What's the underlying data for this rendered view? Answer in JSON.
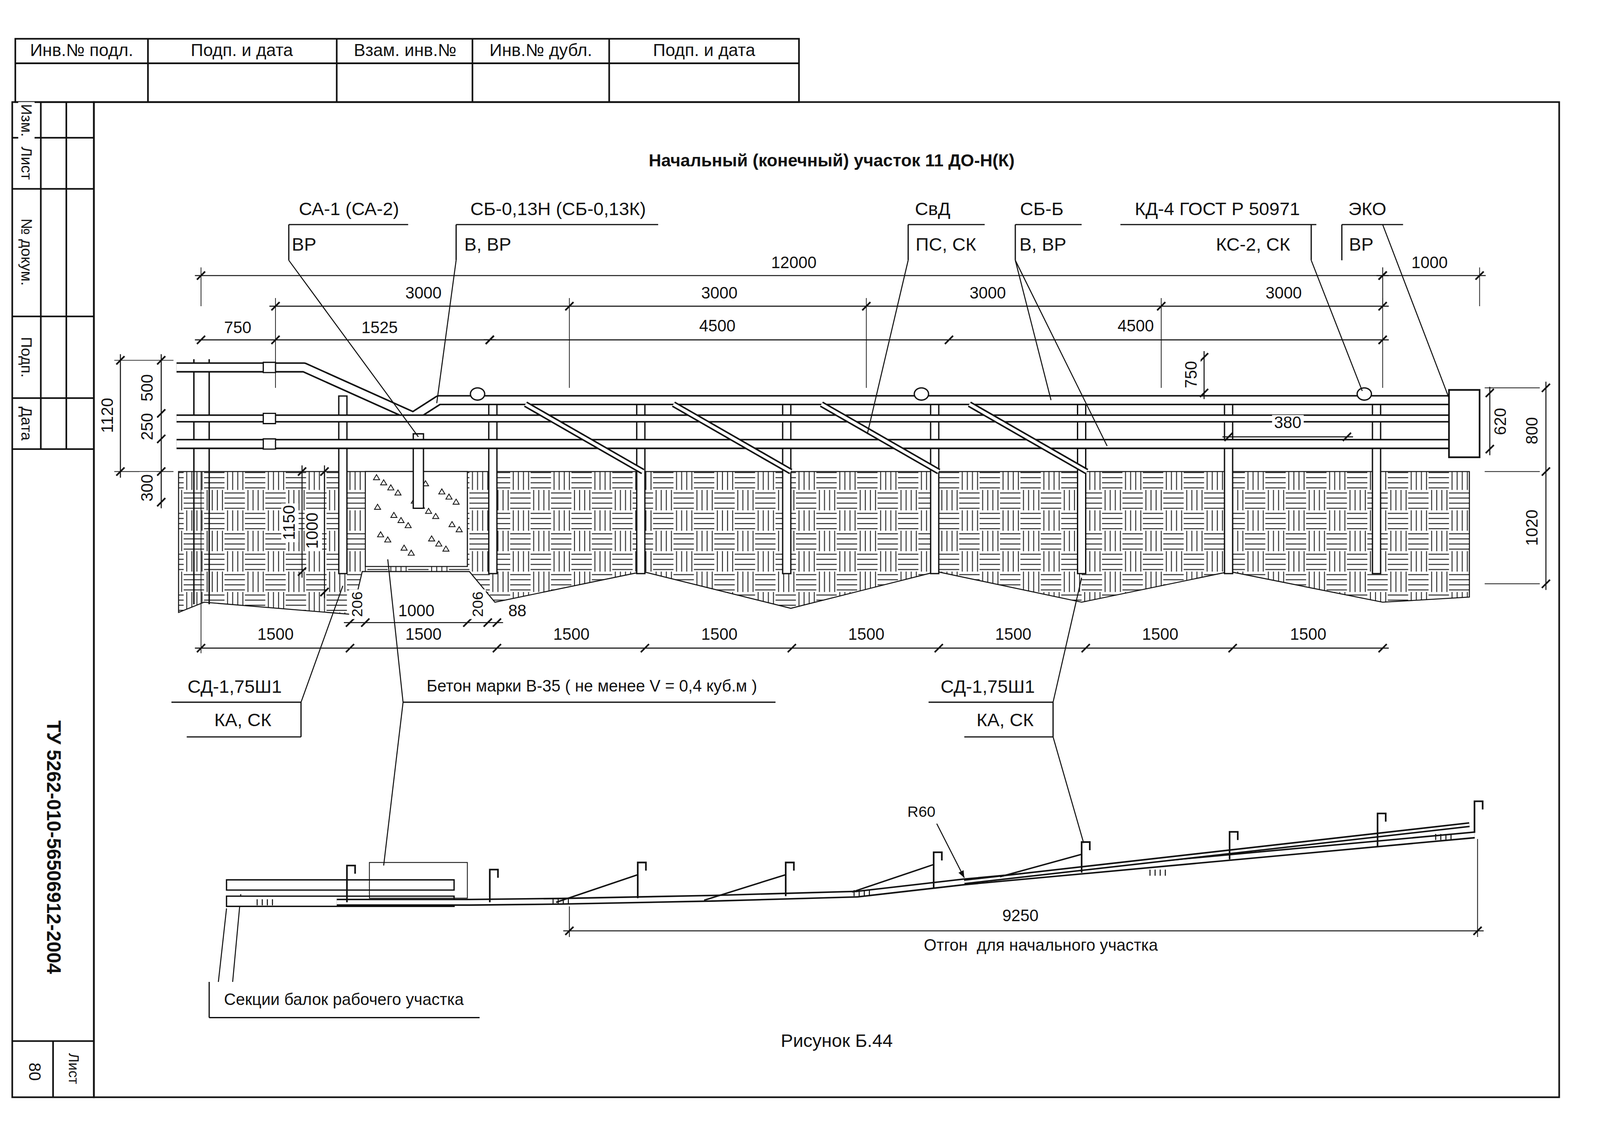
{
  "diagram": {
    "title": "Начальный (конечный) участок 11 ДО-Н(К)",
    "caption": "Рисунок Б.44",
    "labels": [
      "Инв.№ подл.",
      "Подп. и дата",
      "Взам. инв.№",
      "Инв.№ дубл.",
      "Подп. и дата",
      "Изм.",
      "Лист",
      "№ докум.",
      "Подп.",
      "Дата",
      "ТУ 5262-010-56506912-2004",
      "Лист",
      "80",
      "СА-1 (СА-2)",
      "ВР",
      "СБ-0,13Н (СБ-0,13К)",
      "В, ВР",
      "СвД",
      "ПС, СК",
      "СБ-Б",
      "В, ВР",
      "КД-4 ГОСТ Р 50971",
      "КС-2, СК",
      "ЭКО",
      "ВР",
      "12000",
      "1000",
      "3000",
      "3000",
      "3000",
      "3000",
      "750",
      "1525",
      "4500",
      "4500",
      "750",
      "380",
      "620",
      "800",
      "1020",
      "1120",
      "500",
      "250",
      "300",
      "1150",
      "1000",
      "206",
      "1000",
      "206",
      "88",
      "1500",
      "1500",
      "1500",
      "1500",
      "1500",
      "1500",
      "1500",
      "1500",
      "СД-1,75Ш1",
      "КА, СК",
      "Бетон марки В-35 ( не менее V = 0,4 куб.м )",
      "СД-1,75Ш1",
      "КА, СК",
      "R60",
      "9250",
      "Отгон  для начального участка",
      "Секции балок рабочего участка"
    ]
  }
}
